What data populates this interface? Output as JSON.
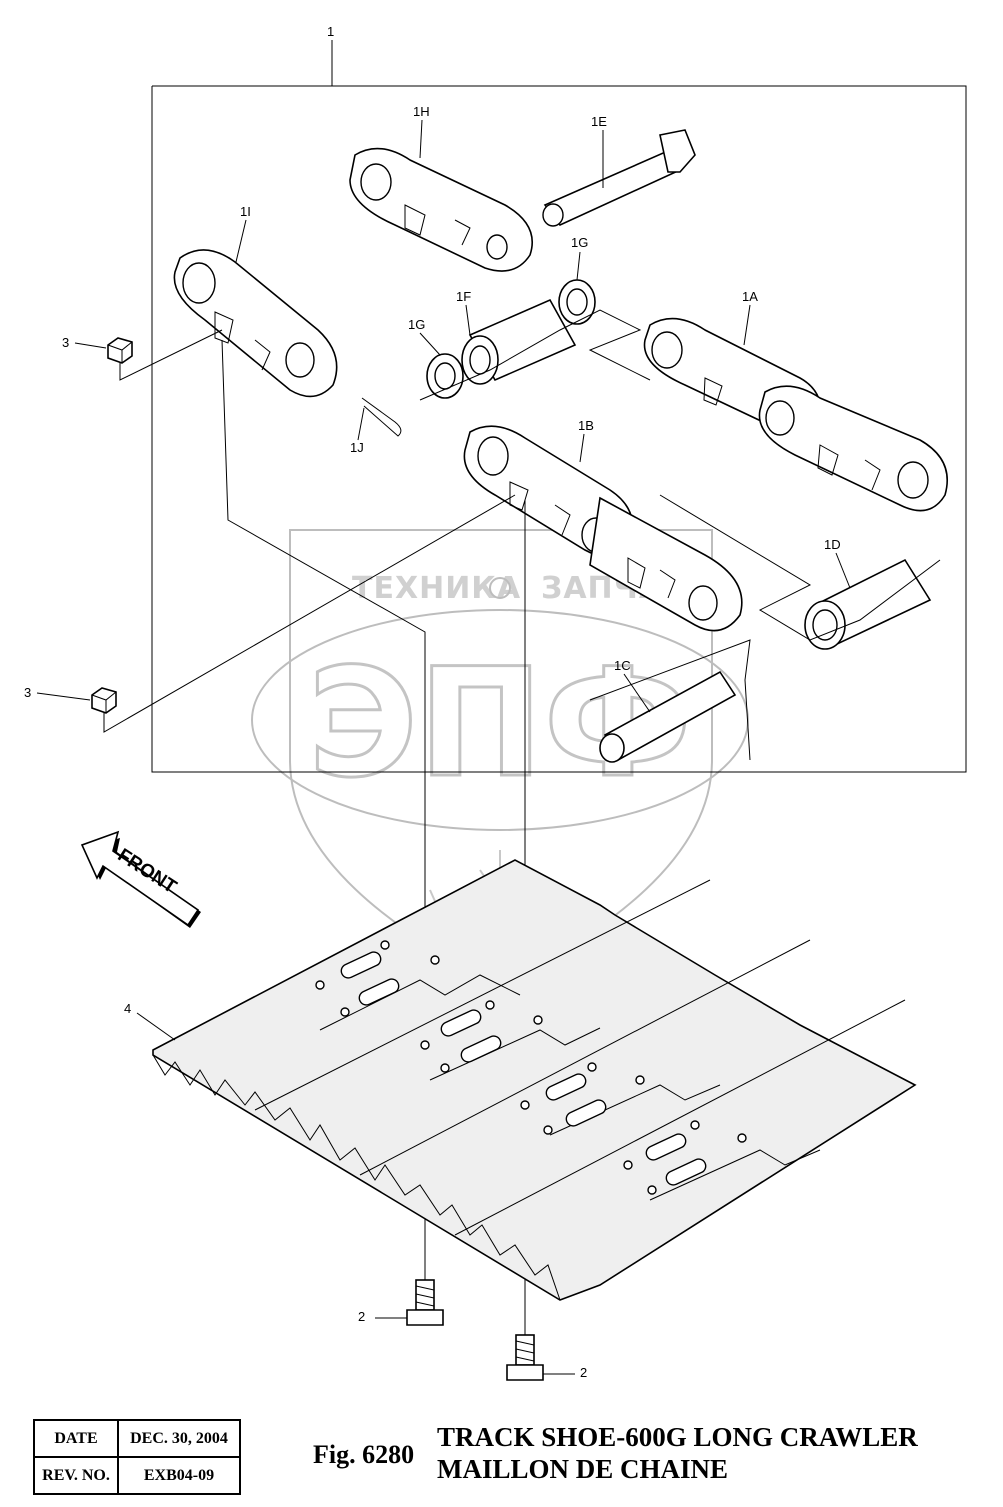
{
  "callouts": {
    "c1": "1",
    "c1H": "1H",
    "c1E": "1E",
    "c1I": "1I",
    "c1G_top": "1G",
    "c1F": "1F",
    "c1A": "1A",
    "c1G_left": "1G",
    "c3_top": "3",
    "c1J": "1J",
    "c1B": "1B",
    "c1D": "1D",
    "c3_bottom": "3",
    "c1C": "1C",
    "c4": "4",
    "c2_left": "2",
    "c2_right": "2"
  },
  "front_label": "FRONT",
  "watermark": {
    "text_left": "ТЕХНИКА",
    "text_right": "ЗАПЧАСТИ",
    "logo": "ЭПФ"
  },
  "title_block": {
    "date_label": "DATE",
    "date_value": "DEC. 30, 2004",
    "rev_label": "REV. NO.",
    "rev_value": "EXB04-09"
  },
  "figure": {
    "number": "Fig. 6280",
    "title_en": "TRACK SHOE-600G LONG CRAWLER",
    "title_fr": "MAILLON DE CHAINE"
  }
}
